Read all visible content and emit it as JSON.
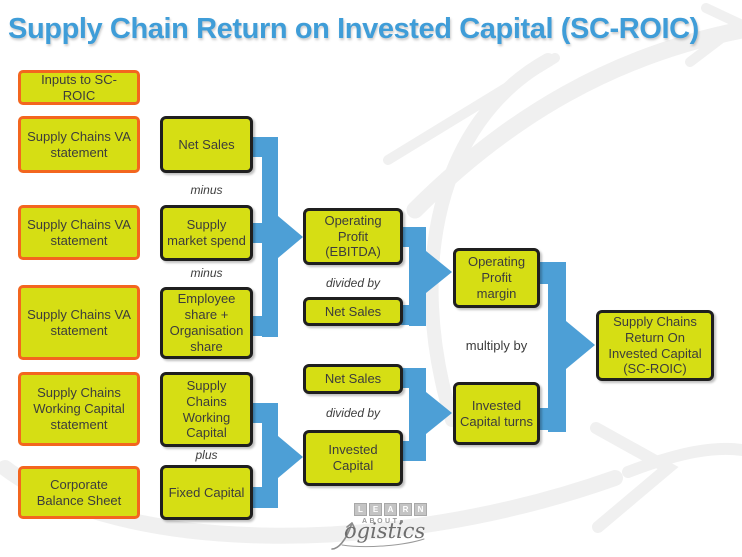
{
  "title": "Supply Chain Return on Invested Capital (SC-ROIC)",
  "colors": {
    "title_blue": "#3F9DD8",
    "box_fill": "#D6DE14",
    "source_border_orange": "#F3661F",
    "node_border_dark": "#1F1F1F",
    "arrow_blue": "#4D9FD6",
    "text_dark": "#3C3C3C",
    "watermark_gray": "#EFEFEF"
  },
  "sources": {
    "items": [
      {
        "label": "Inputs to SC-ROIC"
      },
      {
        "label": "Supply Chains VA statement"
      },
      {
        "label": "Supply Chains VA statement"
      },
      {
        "label": "Supply Chains VA statement"
      },
      {
        "label": "Supply Chains Working Capital statement"
      },
      {
        "label": "Corporate Balance Sheet"
      }
    ]
  },
  "flow": {
    "net_sales_top": "Net Sales",
    "minus_1": "minus",
    "supply_market_spend": "Supply market spend",
    "minus_2": "minus",
    "employee_share": "Employee share + Organisation share",
    "operating_profit_ebitda": "Operating Profit (EBITDA)",
    "divided_by_1": "divided by",
    "net_sales_mid": "Net Sales",
    "operating_profit_margin": "Operating Profit margin",
    "multiply_by": "multiply by",
    "sc_working_capital": "Supply Chains Working Capital",
    "plus": "plus",
    "fixed_capital": "Fixed Capital",
    "net_sales_bottom": "Net Sales",
    "divided_by_2": "divided by",
    "invested_capital": "Invested Capital",
    "invested_capital_turns": "Invested Capital turns",
    "sc_roic": "Supply Chains Return On Invested Capital (SC-ROIC)"
  },
  "logo": {
    "learn_letters": [
      "L",
      "E",
      "A",
      "R",
      "N"
    ],
    "about": "ABOUT",
    "script": "ogistics"
  }
}
